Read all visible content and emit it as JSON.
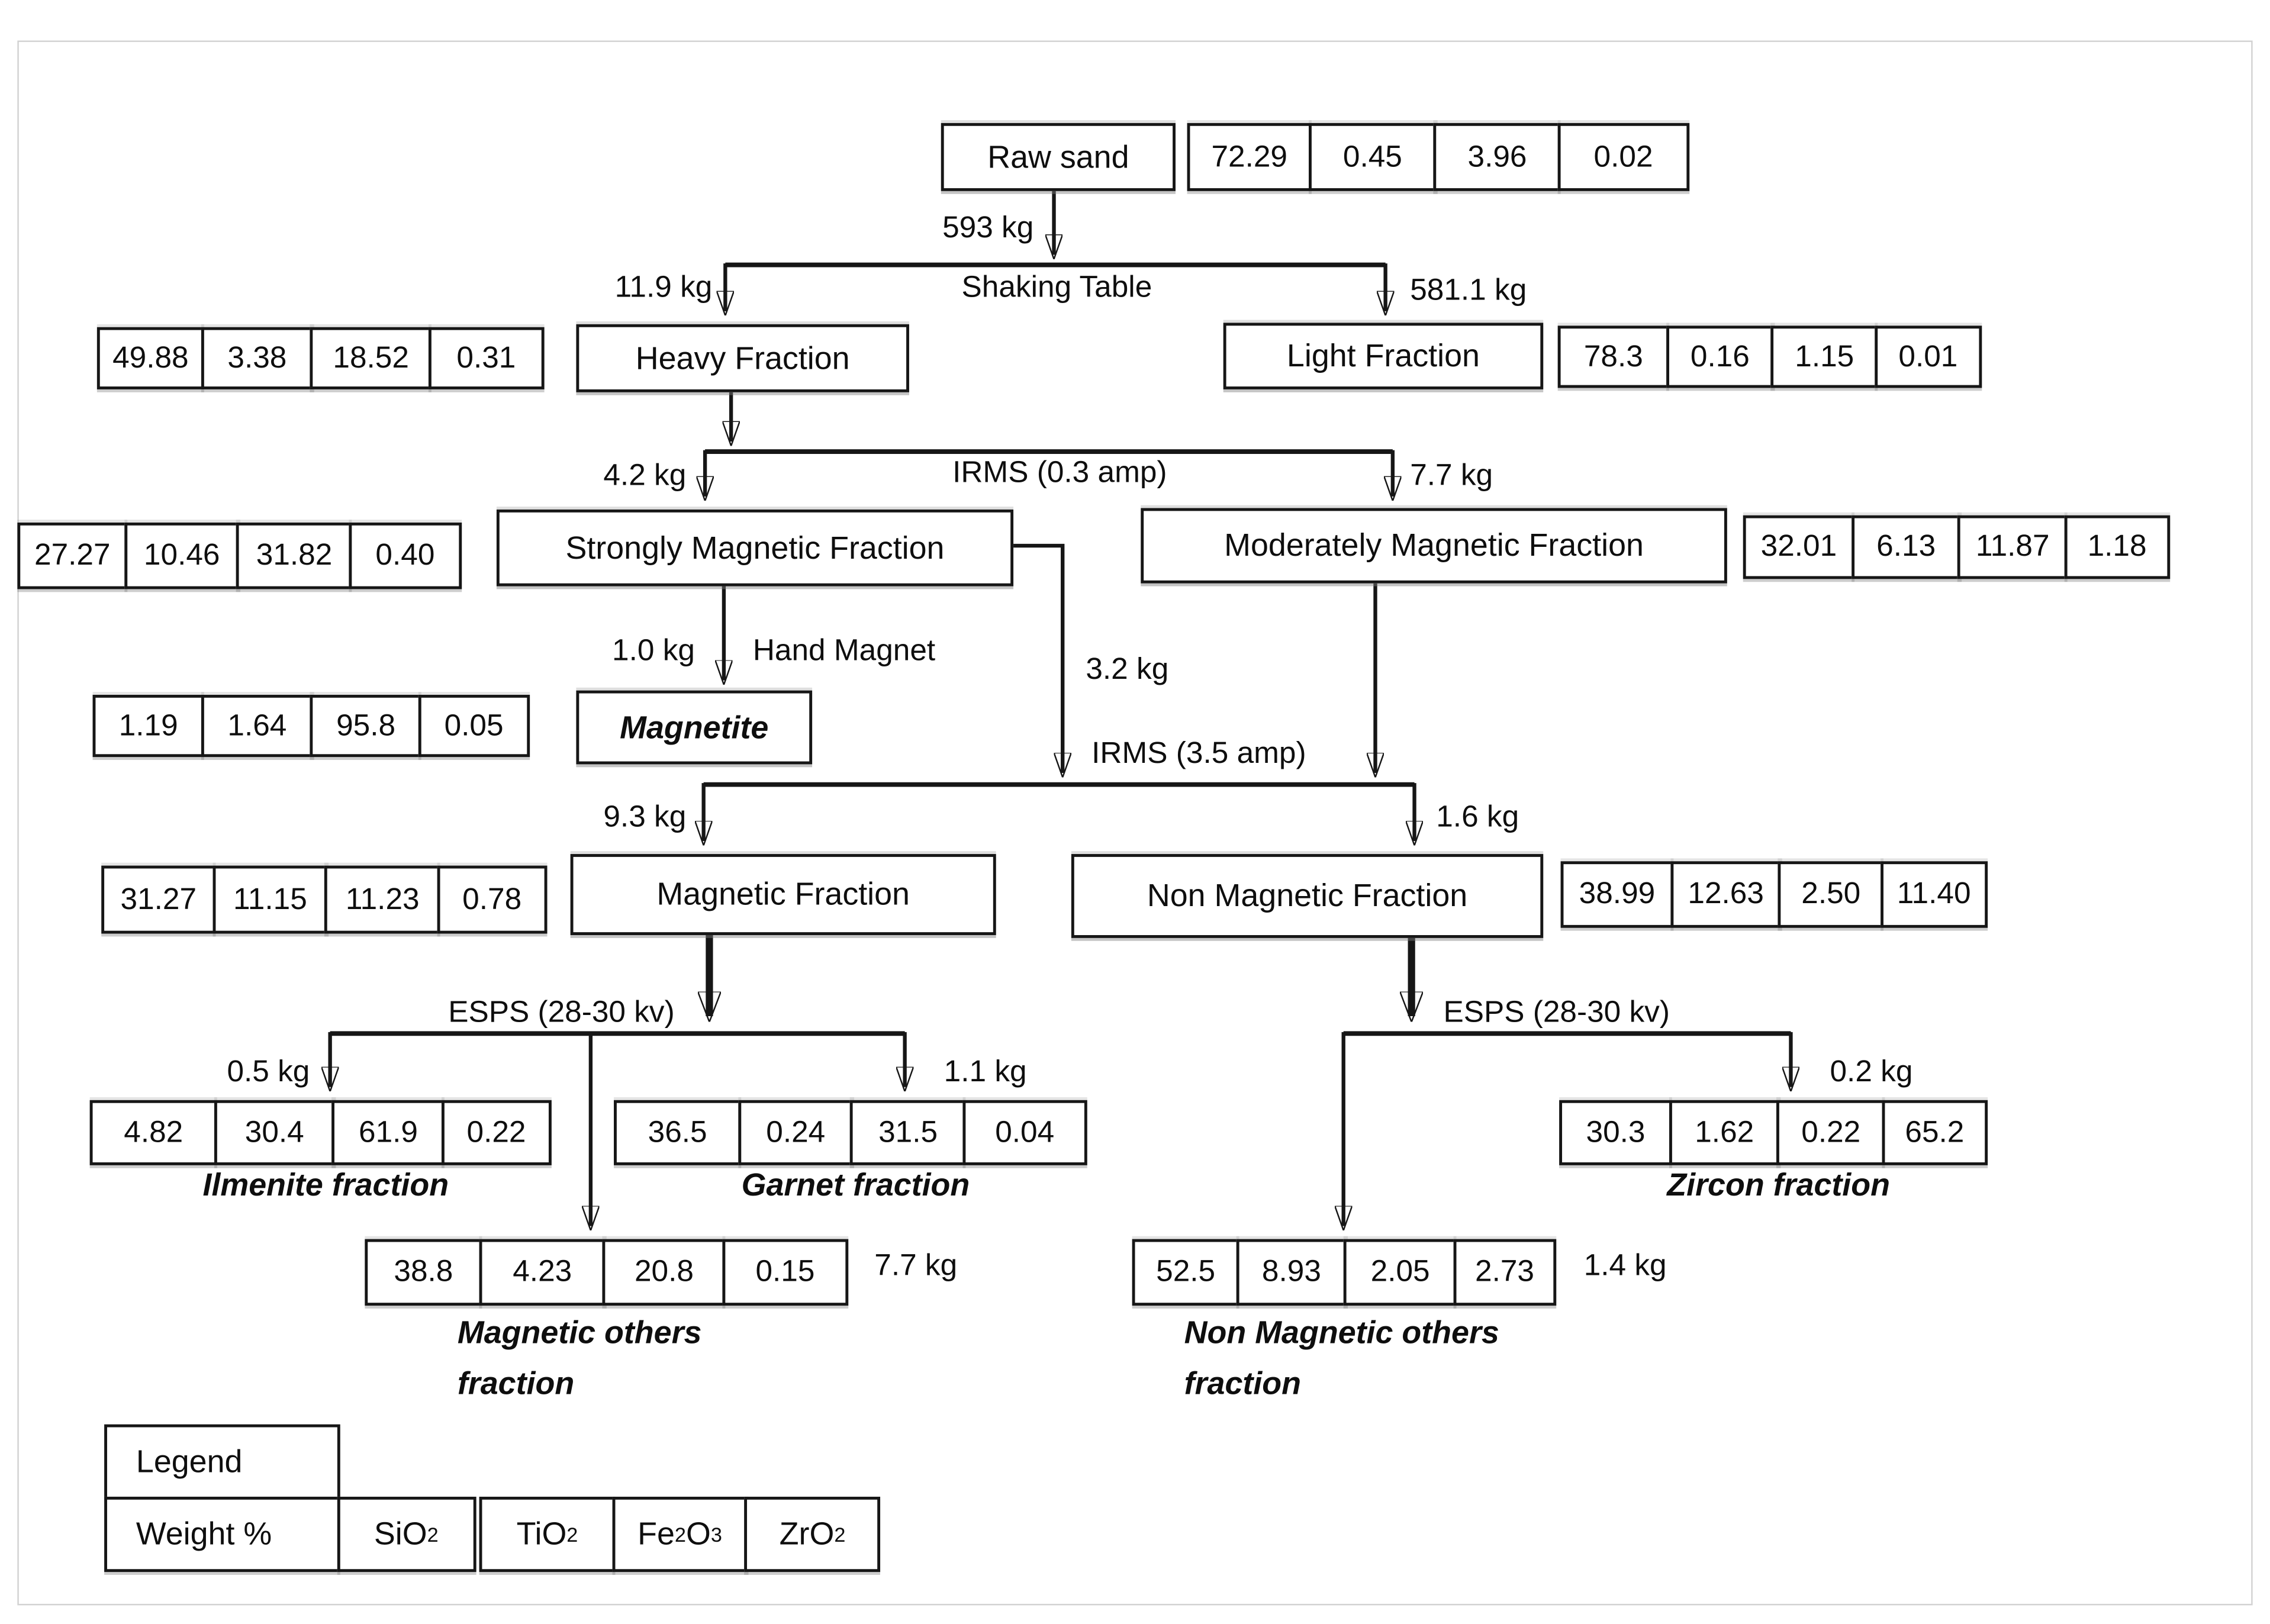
{
  "process_labels": {
    "shaking_table": "Shaking Table",
    "irms_1": "IRMS (0.3 amp)",
    "hand_magnet": "Hand Magnet",
    "irms_2": "IRMS (3.5 amp)",
    "esps_left": "ESPS (28-30 kv)",
    "esps_right": "ESPS (28-30 kv)"
  },
  "flows": {
    "raw_to_shaking": "593 kg",
    "to_heavy": "11.9 kg",
    "to_light": "581.1 kg",
    "to_strongly": "4.2 kg",
    "to_moderately": "7.7 kg",
    "to_magnetite": "1.0 kg",
    "to_irms2": "3.2 kg",
    "to_magnetic": "9.3 kg",
    "to_non_magnetic": "1.6 kg",
    "to_ilmenite": "0.5 kg",
    "to_garnet": "1.1 kg",
    "magnetic_others_weight": "7.7 kg",
    "to_zircon": "0.2 kg",
    "non_magnetic_others_weight": "1.4 kg"
  },
  "nodes": {
    "raw_sand": {
      "label": "Raw sand",
      "values": [
        "72.29",
        "0.45",
        "3.96",
        "0.02"
      ]
    },
    "heavy_fraction": {
      "label": "Heavy Fraction",
      "values": [
        "49.88",
        "3.38",
        "18.52",
        "0.31"
      ]
    },
    "light_fraction": {
      "label": "Light Fraction",
      "values": [
        "78.3",
        "0.16",
        "1.15",
        "0.01"
      ]
    },
    "strongly_magnetic": {
      "label": "Strongly Magnetic Fraction",
      "values": [
        "27.27",
        "10.46",
        "31.82",
        "0.40"
      ]
    },
    "moderately_magnetic": {
      "label": "Moderately Magnetic Fraction",
      "values": [
        "32.01",
        "6.13",
        "11.87",
        "1.18"
      ]
    },
    "magnetite": {
      "label": "Magnetite",
      "values": [
        "1.19",
        "1.64",
        "95.8",
        "0.05"
      ]
    },
    "magnetic_fraction": {
      "label": "Magnetic Fraction",
      "values": [
        "31.27",
        "11.15",
        "11.23",
        "0.78"
      ]
    },
    "non_magnetic_fraction": {
      "label": "Non Magnetic Fraction",
      "values": [
        "38.99",
        "12.63",
        "2.50",
        "11.40"
      ]
    },
    "ilmenite": {
      "label": "Ilmenite fraction",
      "values": [
        "4.82",
        "30.4",
        "61.9",
        "0.22"
      ]
    },
    "garnet": {
      "label": "Garnet fraction",
      "values": [
        "36.5",
        "0.24",
        "31.5",
        "0.04"
      ]
    },
    "magnetic_others": {
      "label_line1": "Magnetic others",
      "label_line2": "fraction",
      "values": [
        "38.8",
        "4.23",
        "20.8",
        "0.15"
      ]
    },
    "zircon": {
      "label": "Zircon fraction",
      "values": [
        "30.3",
        "1.62",
        "0.22",
        "65.2"
      ]
    },
    "non_magnetic_others": {
      "label_line1": "Non Magnetic others",
      "label_line2": "fraction",
      "values": [
        "52.5",
        "8.93",
        "2.05",
        "2.73"
      ]
    }
  },
  "legend": {
    "title": "Legend",
    "row_label": "Weight %",
    "columns": [
      {
        "p0": "SiO",
        "s0": "2"
      },
      {
        "p0": "TiO",
        "s0": "2"
      },
      {
        "p0": "Fe",
        "s0": "2",
        "p1": "O",
        "s1": "3"
      },
      {
        "p0": "ZrO",
        "s0": "2"
      }
    ]
  },
  "colors": {
    "line": "#161616",
    "box_border": "#161616",
    "frame": "#d2d2d2",
    "text": "#0e0e0e"
  }
}
